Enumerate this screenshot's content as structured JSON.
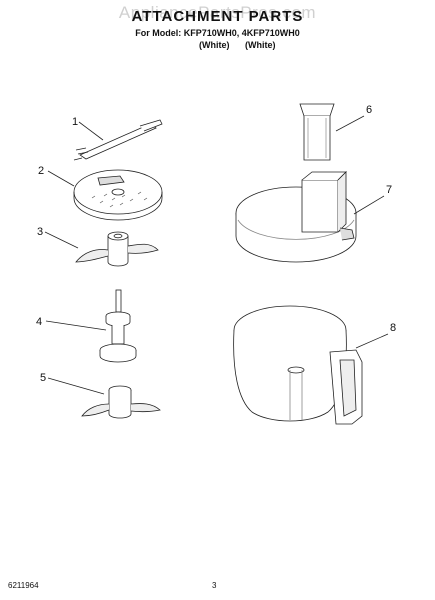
{
  "watermark": "AppliancePartsPros.com",
  "title": "ATTACHMENT PARTS",
  "model_line": "For Model: KFP710WH0, 4KFP710WH0",
  "colors": [
    "(White)",
    "(White)"
  ],
  "callouts": [
    "1",
    "2",
    "3",
    "4",
    "5",
    "6",
    "7",
    "8"
  ],
  "footer": {
    "doc_number": "6211964",
    "page_number": "3"
  }
}
